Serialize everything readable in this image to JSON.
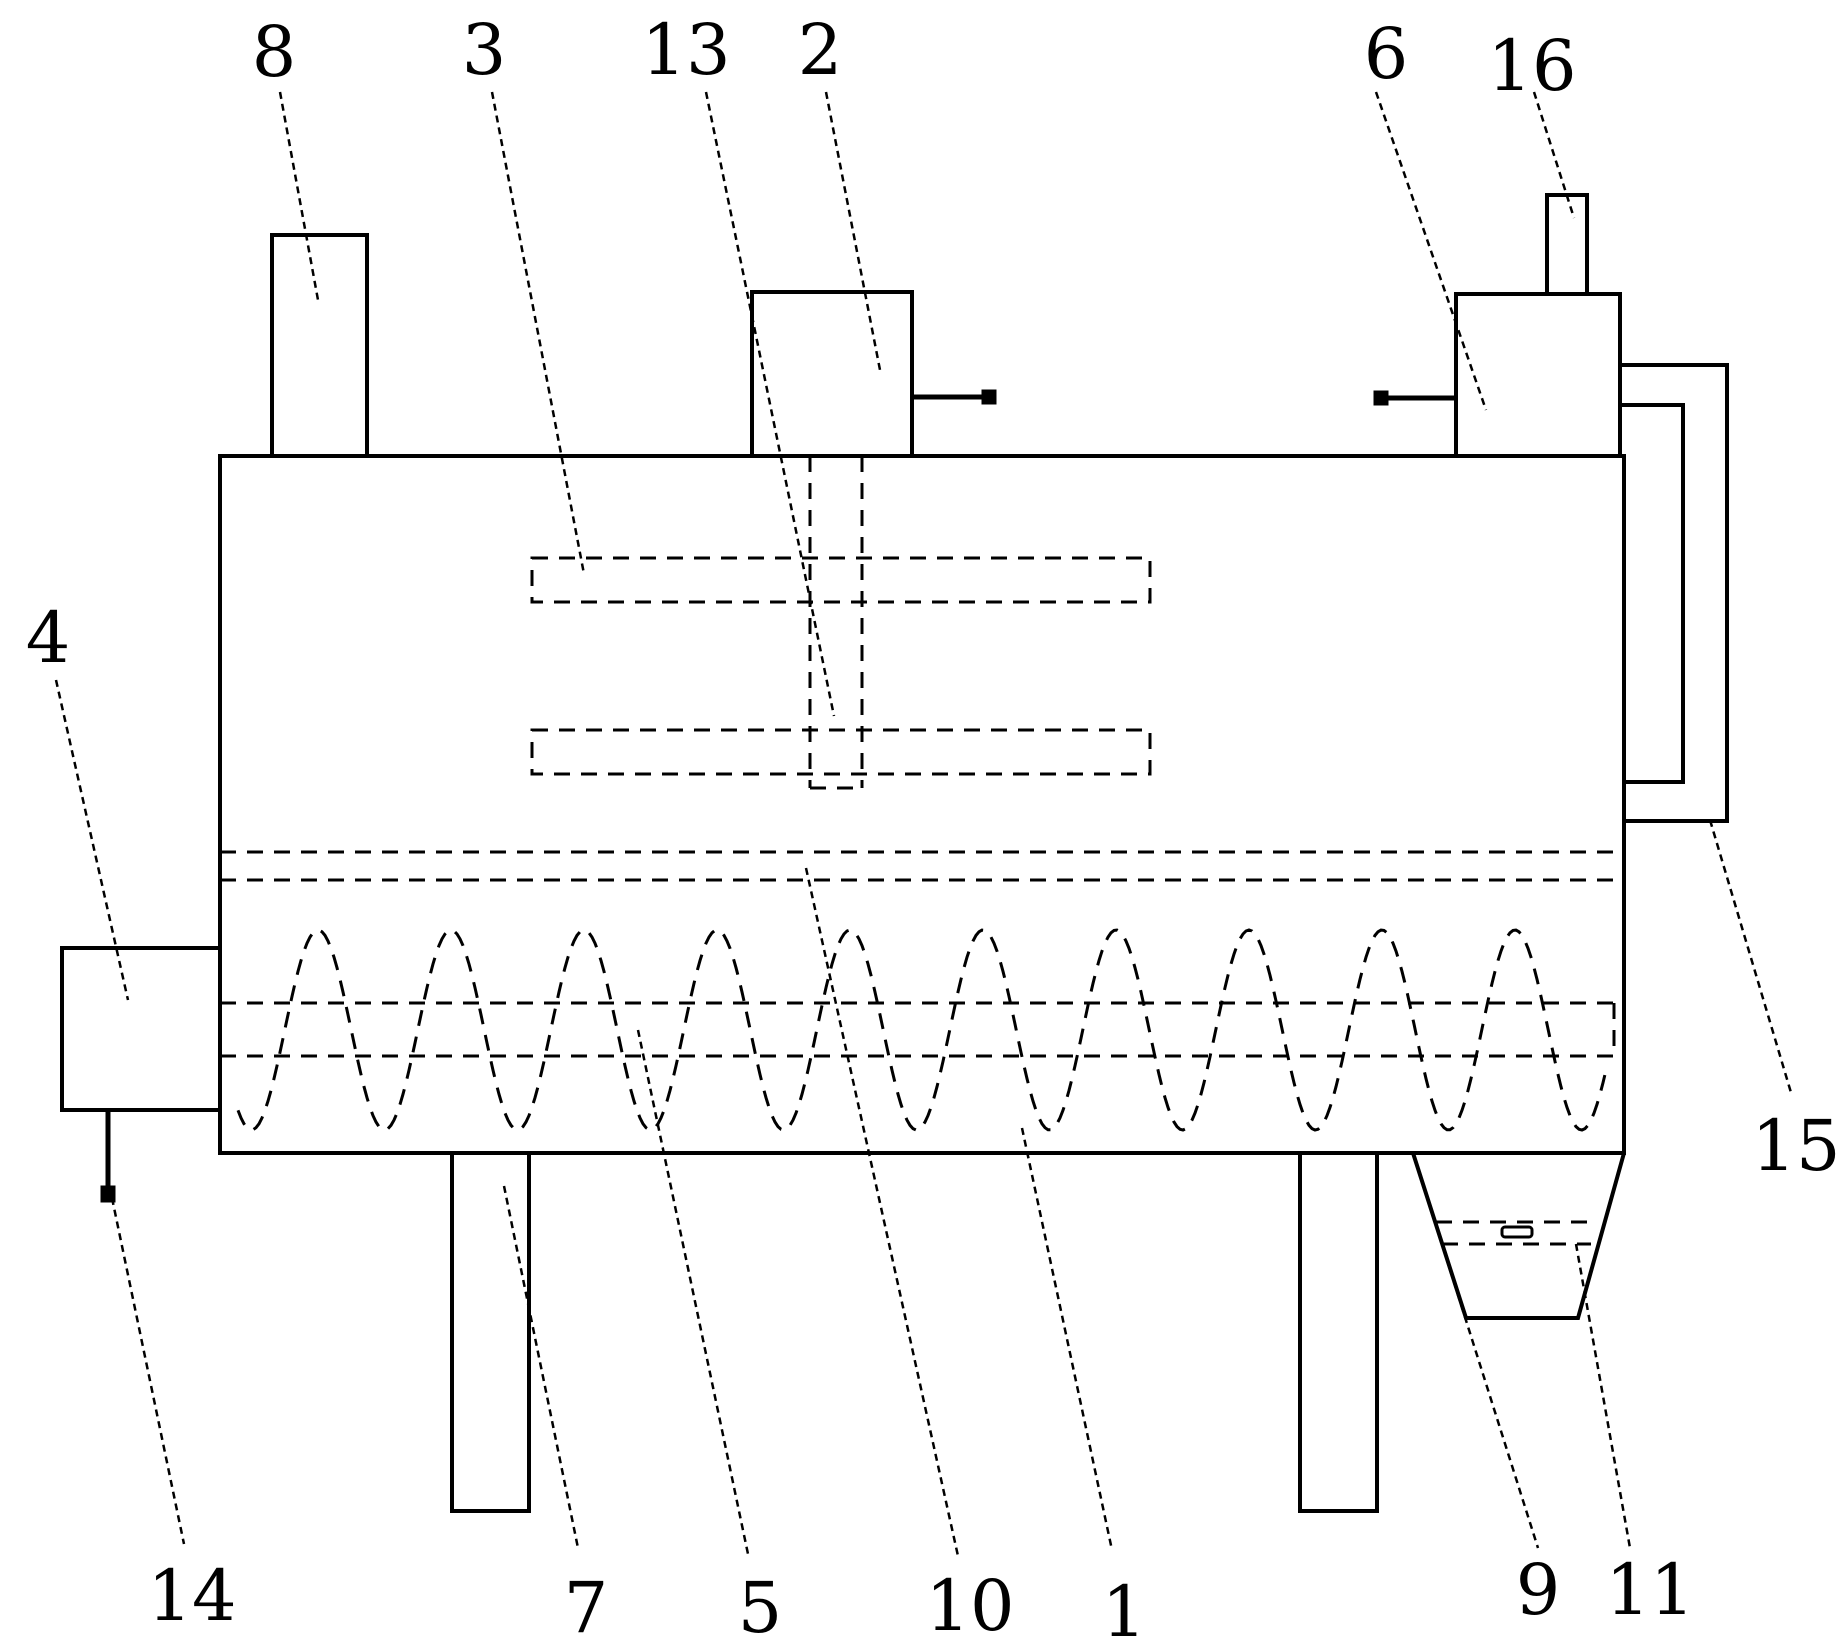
{
  "labels": {
    "l1": "1",
    "l2": "2",
    "l3": "3",
    "l4": "4",
    "l5": "5",
    "l6": "6",
    "l7": "7",
    "l8": "8",
    "l9": "9",
    "l10": "10",
    "l11": "11",
    "l13": "13",
    "l14": "14",
    "l15": "15",
    "l16": "16"
  }
}
